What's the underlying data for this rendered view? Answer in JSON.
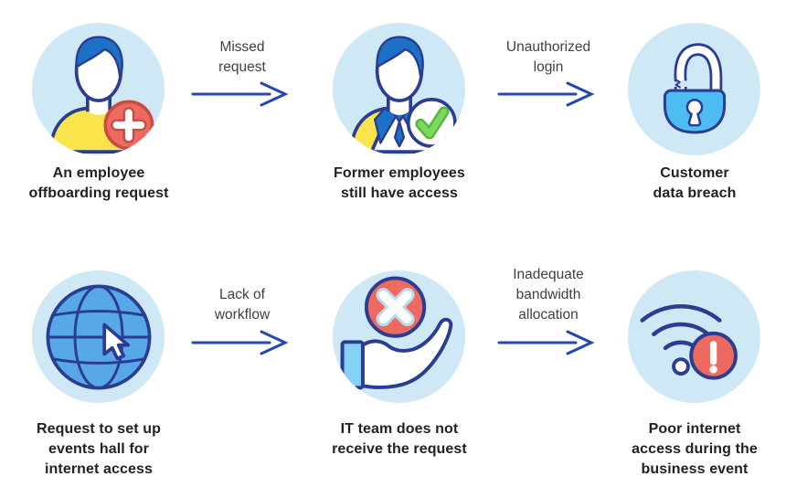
{
  "colors": {
    "circle_bg": "#cfe8f5",
    "outline": "#2b3d92",
    "arrow": "#2547b2",
    "hair": "#1b72c4",
    "yellow": "#f9e54b",
    "red": "#ed6a60",
    "red_border": "#c94b43",
    "sky": "#4dbcf2",
    "cuff": "#85d1f5",
    "globe": "#58a7e8",
    "green": "#7bd95c",
    "green_dark": "#54b83a",
    "x_outline": "#bcd9ef",
    "caption_text": "#222222",
    "label_text": "#414141"
  },
  "steps": [
    {
      "icon": "person-plus-icon",
      "caption": "An employee\noffboarding request"
    },
    {
      "icon": "person-check-icon",
      "caption": "Former employees\nstill have access"
    },
    {
      "icon": "broken-lock-icon",
      "caption": "Customer\ndata breach"
    },
    {
      "icon": "globe-cursor-icon",
      "caption": "Request to set up\nevents hall for\ninternet access"
    },
    {
      "icon": "hand-error-icon",
      "caption": "IT team does not\nreceive the request"
    },
    {
      "icon": "wifi-alert-icon",
      "caption": "Poor internet\naccess during the\nbusiness event"
    }
  ],
  "arrows": [
    {
      "label": "Missed\nrequest"
    },
    {
      "label": "Unauthorized\nlogin"
    },
    {
      "label": "Lack of\nworkflow"
    },
    {
      "label": "Inadequate\nbandwidth\nallocation"
    }
  ]
}
